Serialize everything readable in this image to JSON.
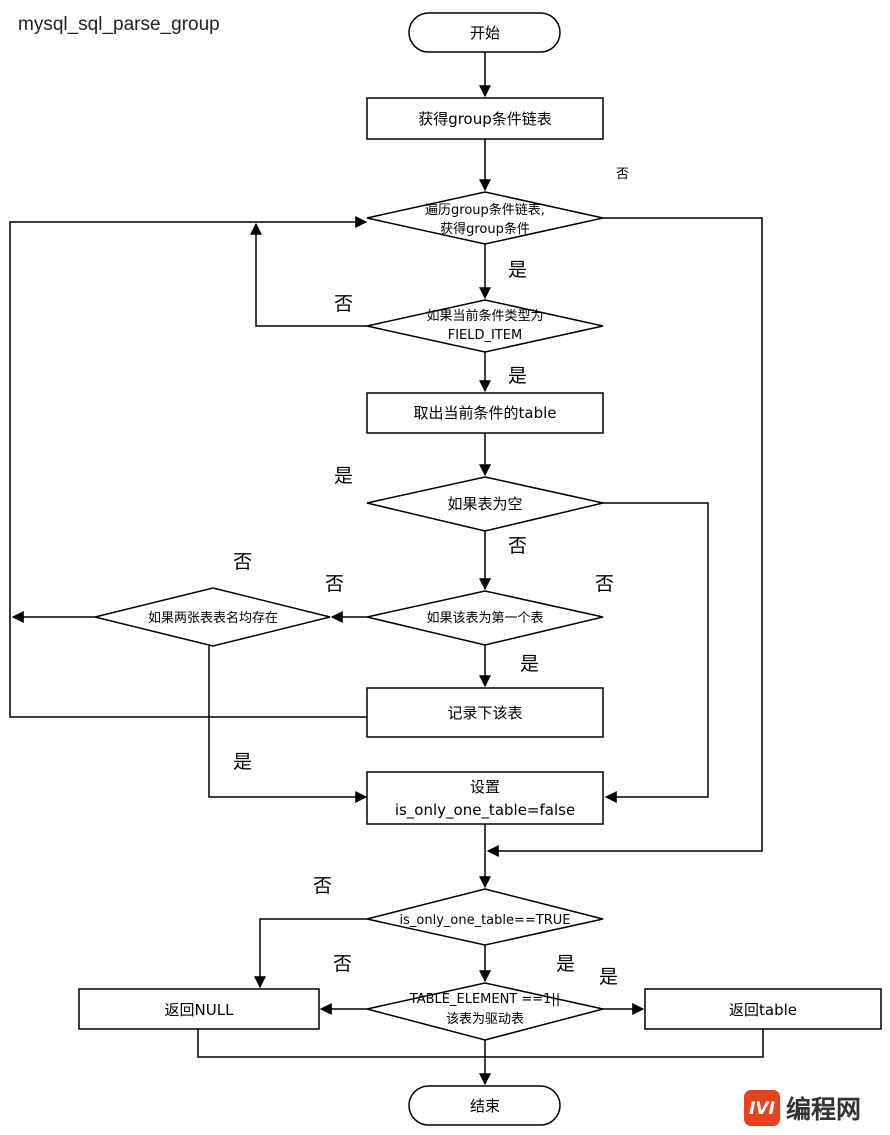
{
  "title": "mysql_sql_parse_group",
  "nodes": {
    "start": "开始",
    "get_group_list": "获得group条件链表",
    "loop_line1": "遍历group条件链表,",
    "loop_line2": "获得group条件",
    "is_field_item_line1": "如果当前条件类型为",
    "is_field_item_line2": "FIELD_ITEM",
    "take_table": "取出当前条件的table",
    "table_empty": "如果表为空",
    "first_table": "如果该表为第一个表",
    "two_tables_exist": "如果两张表表名均存在",
    "record_table": "记录下该表",
    "set_flag_line1": "设置",
    "set_flag_line2": "is_only_one_table=false",
    "check_only_one": "is_only_one_table==TRUE",
    "check_element_line1": "TABLE_ELEMENT ==1||",
    "check_element_line2": "该表为驱动表",
    "return_null": "返回NULL",
    "return_table": "返回table",
    "end": "结束"
  },
  "edge_labels": {
    "loop_no": "否",
    "loop_yes": "是",
    "field_no": "否",
    "field_yes": "是",
    "empty_yes": "是",
    "empty_no": "否",
    "first_no_right": "否",
    "first_no_left": "否",
    "first_yes": "是",
    "two_no": "否",
    "two_yes": "是",
    "only_one_no": "否",
    "element_no": "否",
    "element_yes_mid": "是",
    "element_yes_right": "是"
  },
  "watermark": {
    "logo_text": "IVI",
    "site_text": "编程网",
    "logo_color": "#e8431f"
  }
}
